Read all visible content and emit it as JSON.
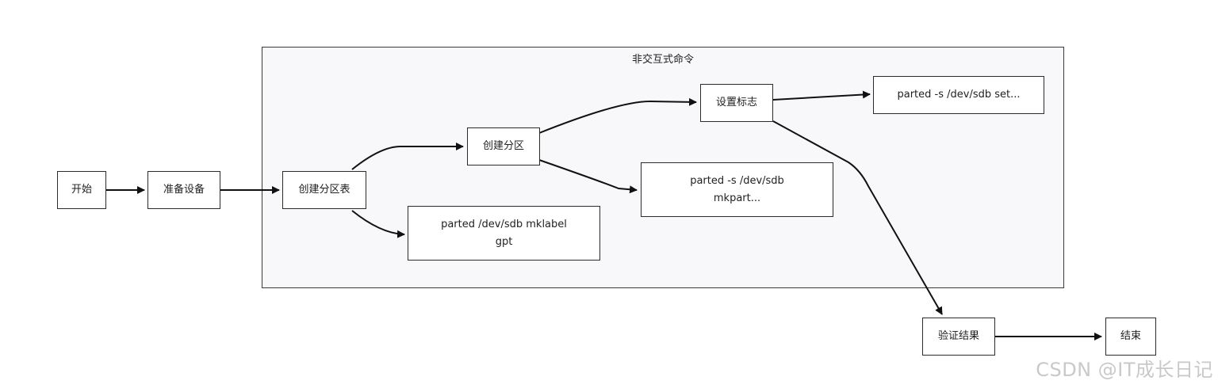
{
  "group": {
    "title": "非交互式命令"
  },
  "nodes": {
    "start": "开始",
    "prepare": "准备设备",
    "create_table": "创建分区表",
    "create_partition": "创建分区",
    "set_flag": "设置标志",
    "cmd_set": "parted -s /dev/sdb set...",
    "cmd_mkpart": "parted -s /dev/sdb\nmkpart...",
    "cmd_mklabel": "parted /dev/sdb mklabel\ngpt",
    "verify": "验证结果",
    "end": "结束"
  },
  "watermark": "CSDN @IT成长日记"
}
